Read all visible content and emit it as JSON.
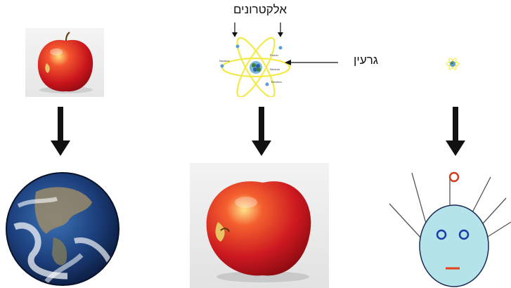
{
  "labels": {
    "electrons": "אלקטרונים",
    "nucleus": "גרעין"
  },
  "atom_legend": {
    "nucleus": "Nucleus",
    "proton": "Proton",
    "neutron": "Neutron",
    "electron": "Electron"
  },
  "icons": {
    "down_arrow": "down-arrow-icon",
    "apple": "apple-icon",
    "earth": "earth-icon",
    "atom": "atom-icon",
    "face": "face-icon"
  },
  "colors": {
    "arrow": "#111111",
    "orbit": "#f2ea4a",
    "apple_red": "#d8202a",
    "face_fill": "#b5e3ea",
    "face_eye": "#1a3aa8",
    "face_mouth": "#e8421a",
    "antenna_ring": "#d23a1a"
  }
}
